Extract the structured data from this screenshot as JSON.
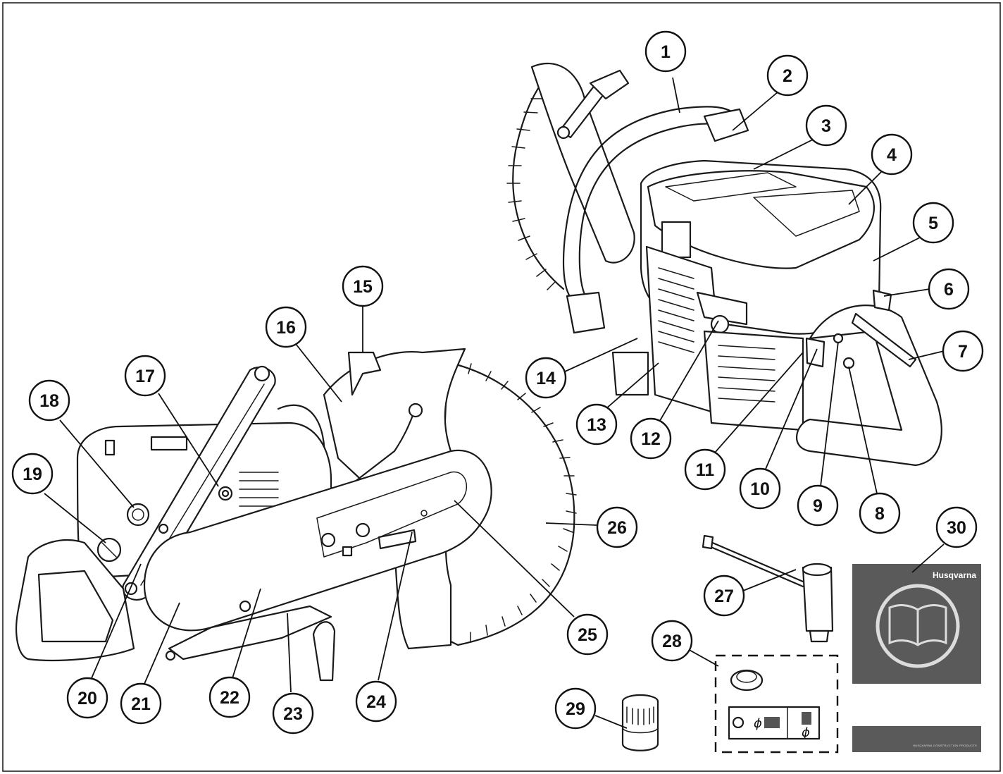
{
  "callouts": [
    {
      "label": "1"
    },
    {
      "label": "2"
    },
    {
      "label": "3"
    },
    {
      "label": "4"
    },
    {
      "label": "5"
    },
    {
      "label": "6"
    },
    {
      "label": "7"
    },
    {
      "label": "8"
    },
    {
      "label": "9"
    },
    {
      "label": "10"
    },
    {
      "label": "11"
    },
    {
      "label": "12"
    },
    {
      "label": "13"
    },
    {
      "label": "14"
    },
    {
      "label": "15"
    },
    {
      "label": "16"
    },
    {
      "label": "17"
    },
    {
      "label": "18"
    },
    {
      "label": "19"
    },
    {
      "label": "20"
    },
    {
      "label": "21"
    },
    {
      "label": "22"
    },
    {
      "label": "23"
    },
    {
      "label": "24"
    },
    {
      "label": "25"
    },
    {
      "label": "26"
    },
    {
      "label": "27"
    },
    {
      "label": "28"
    },
    {
      "label": "29"
    },
    {
      "label": "30"
    }
  ],
  "manual": {
    "brand": "Husqvarna",
    "footer": "HUSQVARNA CONSTRUCTION PRODUCTS",
    "cover_color": "#5a5a5a",
    "book_icon": "open-book-icon"
  },
  "sticker": {
    "diameter_symbol": "ϕ"
  }
}
